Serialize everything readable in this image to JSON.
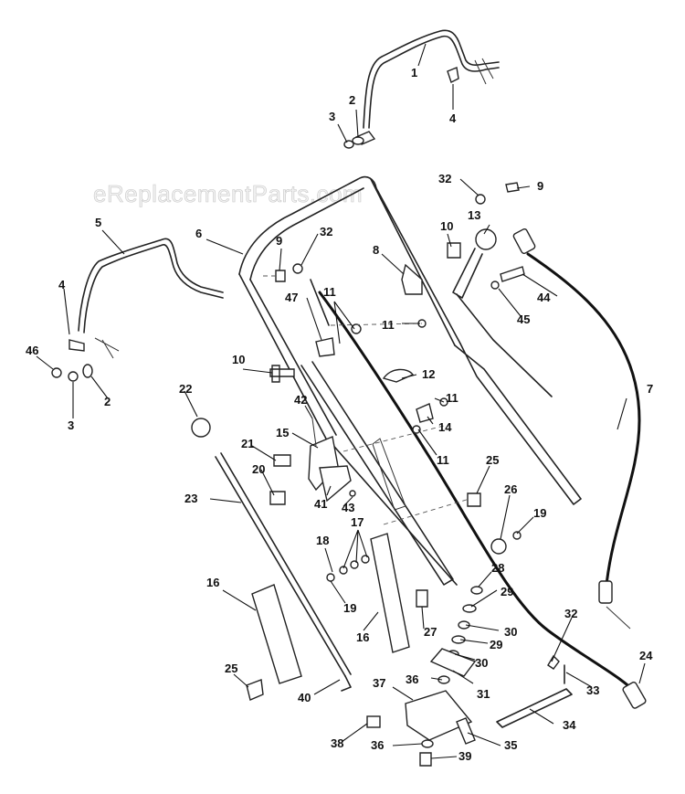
{
  "watermark": "eReplacementParts.com",
  "callouts": [
    "1",
    "2",
    "3",
    "4",
    "5",
    "6",
    "7",
    "8",
    "9",
    "10",
    "11",
    "12",
    "13",
    "14",
    "15",
    "16",
    "17",
    "18",
    "19",
    "20",
    "21",
    "22",
    "23",
    "24",
    "25",
    "26",
    "27",
    "28",
    "29",
    "30",
    "31",
    "32",
    "33",
    "34",
    "35",
    "36",
    "37",
    "38",
    "39",
    "40",
    "41",
    "42",
    "43",
    "44",
    "45",
    "46",
    "47"
  ]
}
